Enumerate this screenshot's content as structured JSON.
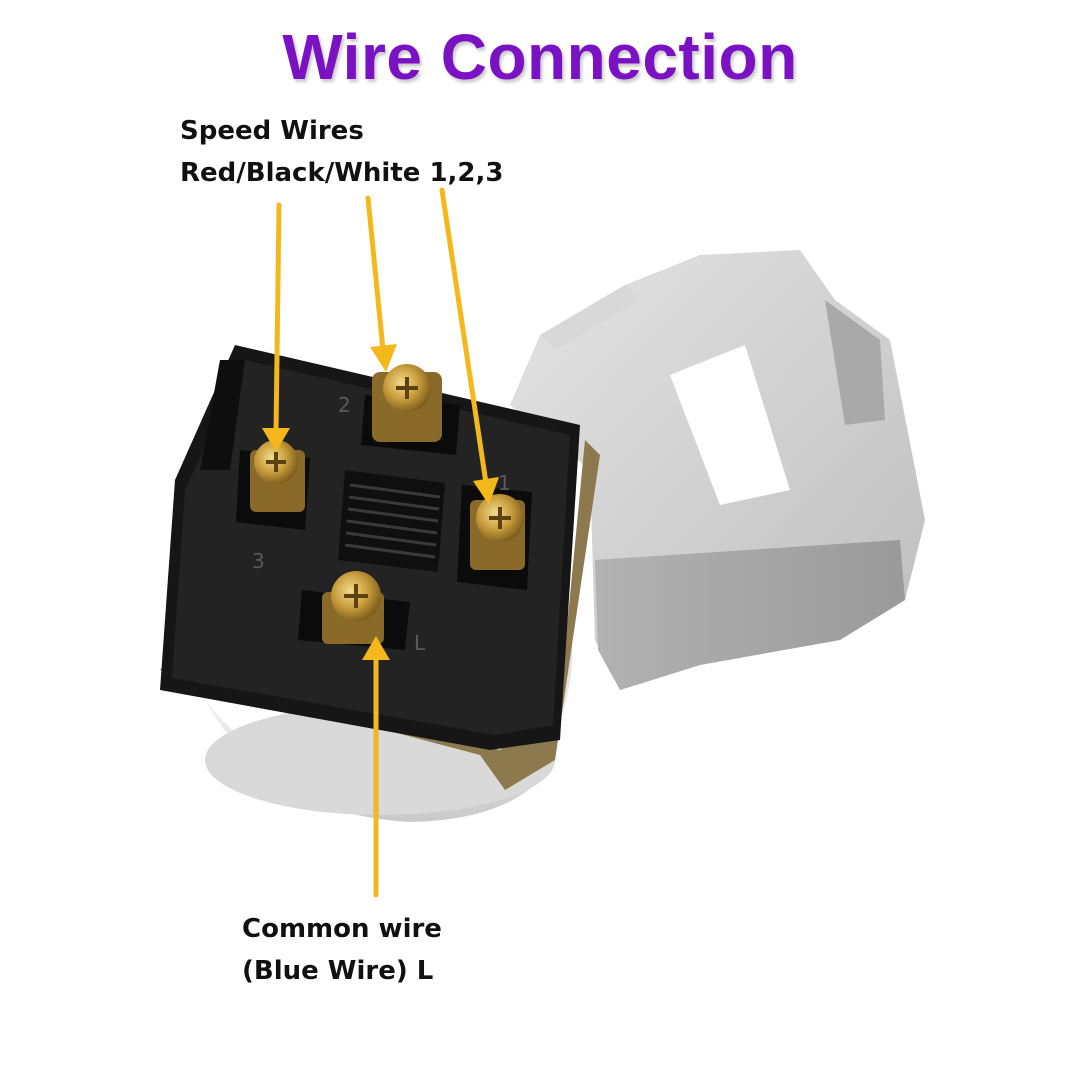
{
  "title": "Wire Connection",
  "speed_callout": {
    "line1": "Speed Wires",
    "line2": "Red/Black/White 1,2,3"
  },
  "common_callout": {
    "line1": "Common wire",
    "line2": "(Blue Wire) L"
  },
  "terminal_marks": {
    "t1": "1",
    "t2": "2",
    "t3": "3",
    "tL": "L"
  },
  "colors": {
    "title": "#7a12c4",
    "arrow": "#f5b81c",
    "switch_body": "#1c1c1c",
    "gray_housing": "#cfcfcf",
    "brass": "#c9a24a"
  },
  "icons": [
    "screw-terminal-icon",
    "arrow-icon"
  ]
}
